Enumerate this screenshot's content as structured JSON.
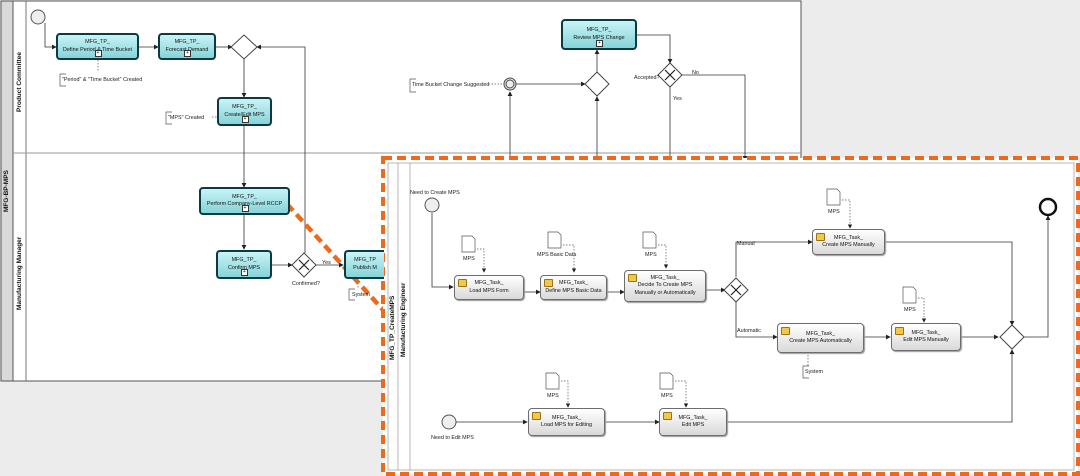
{
  "pool": {
    "title": "MFG-BP-MPS"
  },
  "lanes": {
    "product_committee": "Product Committee",
    "manufacturing_manager": "Manufacturing Manager"
  },
  "upper_tasks": {
    "define_period": [
      "MFG_TP_",
      "Define Period & Time Bucket"
    ],
    "forecast_demand": [
      "MFG_TP_",
      "Forecast Demand"
    ],
    "create_edit_mps": [
      "MFG_TP_",
      "Create/Edit MPS"
    ],
    "review_mps_change": [
      "MFG_TP_",
      "Review MPS Change"
    ],
    "perform_rccp": [
      "MFG_TP_",
      "Perform Company-Level RCCP"
    ],
    "confirm_mps": [
      "MFG_TP_",
      "Confirm MPS"
    ],
    "publish_mps": [
      "MFG_TP",
      "Publish M"
    ]
  },
  "upper_annotations": {
    "period_created": "\"Period\" & \"Time Bucket\" Created",
    "mps_created": "\"MPS\" Created",
    "time_bucket_change": "Time Bucket Change Suggested",
    "accepted": "Accepted?",
    "no": "No",
    "yes": "Yes",
    "confirmed": "Confirmed?",
    "yes2": "Yes",
    "system": "System"
  },
  "sub": {
    "pool_title": "MFG_TP_CreateMPS",
    "lane": "Manufacturing Engineer",
    "start_create": "Need to Create MPS",
    "start_edit": "Need to Edit MPS",
    "manual": "Manual",
    "automatic": "Automatic",
    "system": "System",
    "tasks": {
      "load_form": [
        "MFG_Task_",
        "Load MPS Form"
      ],
      "define_basic": [
        "MFG_Task_",
        "Define MPS Basic Data"
      ],
      "decide": [
        "MFG_Task_",
        "Decide To Create MPS",
        "Manually or Automatically"
      ],
      "create_manual": [
        "MFG_Task_",
        "Create MPS Manually"
      ],
      "create_auto": [
        "MFG_Task_",
        "Create MPS Automatically"
      ],
      "edit_manual": [
        "MFG_Task_",
        "Edit MPS Manually"
      ],
      "load_edit": [
        "MFG_Task_",
        "Load MPS for Editing"
      ],
      "edit_mps": [
        "MFG_Task_",
        "Edit MPS"
      ]
    },
    "docs": {
      "d_load": "MPS",
      "d_basic": "MPS Basic Data",
      "d_decide": "MPS",
      "d_manual": "MPS",
      "d_editman": "MPS",
      "d_loadedit": "MPS",
      "d_edit": "MPS"
    }
  },
  "colors": {
    "highlight": "#ec6a1e",
    "task_fill": "#9ddfe3",
    "task_border": "#0a3a42"
  }
}
